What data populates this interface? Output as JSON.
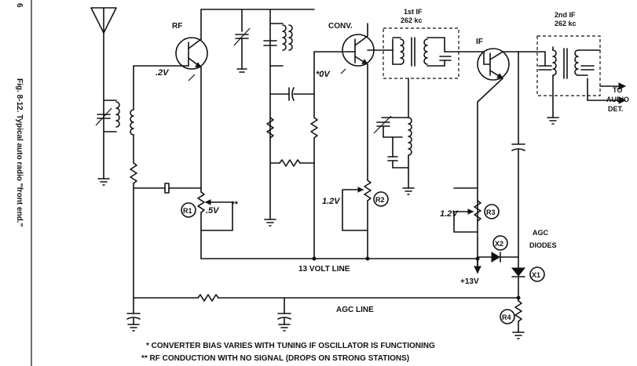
{
  "caption": "Fig. 8-12. Typical auto radio \"front end.\"",
  "page_marker": "6",
  "stages": {
    "rf": "RF",
    "conv": "CONV.",
    "if": "IF",
    "first_if_title_a": "1st IF",
    "first_if_title_b": "262 kc",
    "second_if_title_a": "2nd IF",
    "second_if_title_b": "262 kc"
  },
  "voltages": {
    "rf_bias": ".2V",
    "conv_bias": "*0V",
    "r1_bias": ".5V",
    "r1_mark": "**",
    "r2_bias": "1.2V",
    "r3_bias": "1.2V",
    "supply": "+13V"
  },
  "components": {
    "r1": "R1",
    "r2": "R2",
    "r3": "R3",
    "r4": "R4",
    "x1": "X1",
    "x2": "X2"
  },
  "lines": {
    "volt_line": "13 VOLT LINE",
    "agc_line": "AGC LINE",
    "agc_diodes_a": "AGC",
    "agc_diodes_b": "DIODES",
    "to_audio_a": "TO",
    "to_audio_b": "AUDIO",
    "to_audio_c": "DET."
  },
  "notes": {
    "note1": "* CONVERTER BIAS VARIES WITH TUNING IF OSCILLATOR IS FUNCTIONING",
    "note2": "** RF CONDUCTION WITH NO SIGNAL (DROPS ON STRONG STATIONS)"
  }
}
